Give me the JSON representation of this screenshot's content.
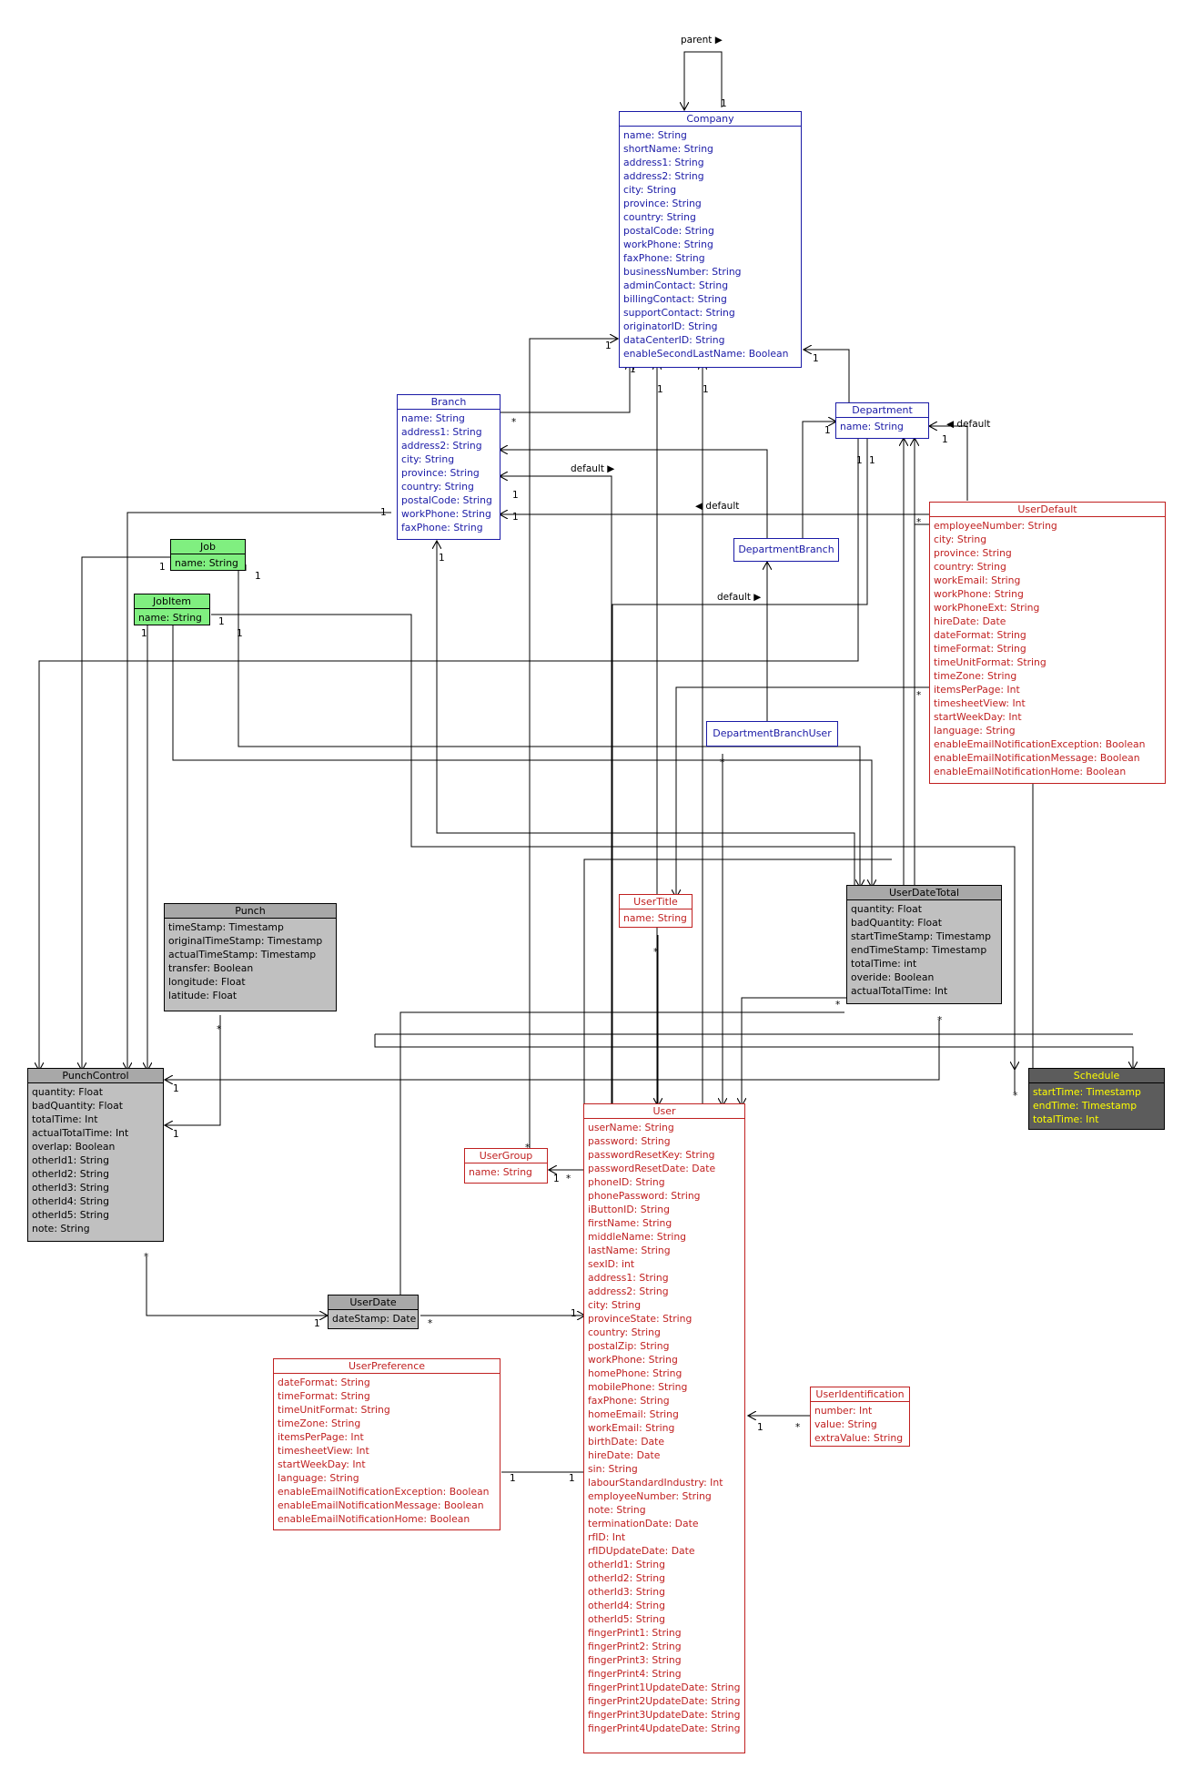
{
  "classes": {
    "company": {
      "title": "Company",
      "attrs": [
        "name: String",
        "shortName: String",
        "address1: String",
        "address2: String",
        "city: String",
        "province: String",
        "country: String",
        "postalCode: String",
        "workPhone: String",
        "faxPhone: String",
        "businessNumber: String",
        "adminContact: String",
        "billingContact: String",
        "supportContact: String",
        "originatorID: String",
        "dataCenterID: String",
        "enableSecondLastName: Boolean"
      ]
    },
    "branch": {
      "title": "Branch",
      "attrs": [
        "name: String",
        "address1: String",
        "address2: String",
        "city: String",
        "province: String",
        "country: String",
        "postalCode: String",
        "workPhone: String",
        "faxPhone: String"
      ]
    },
    "department": {
      "title": "Department",
      "attrs": [
        "name: String"
      ]
    },
    "department_branch": {
      "title": "DepartmentBranch",
      "attrs": []
    },
    "department_branch_user": {
      "title": "DepartmentBranchUser",
      "attrs": []
    },
    "user_default": {
      "title": "UserDefault",
      "attrs": [
        "employeeNumber: String",
        "city: String",
        "province: String",
        "country: String",
        "workEmail: String",
        "workPhone: String",
        "workPhoneExt: String",
        "hireDate: Date",
        "dateFormat: String",
        "timeFormat: String",
        "timeUnitFormat: String",
        "timeZone: String",
        "itemsPerPage: Int",
        "timesheetView: Int",
        "startWeekDay: Int",
        "language: String",
        "enableEmailNotificationException: Boolean",
        "enableEmailNotificationMessage: Boolean",
        "enableEmailNotificationHome: Boolean"
      ]
    },
    "job": {
      "title": "Job",
      "attrs": [
        "name: String"
      ]
    },
    "job_item": {
      "title": "JobItem",
      "attrs": [
        "name: String"
      ]
    },
    "punch": {
      "title": "Punch",
      "attrs": [
        "timeStamp: Timestamp",
        "originalTimeStamp: Timestamp",
        "actualTimeStamp: Timestamp",
        "transfer: Boolean",
        "longitude: Float",
        "latitude: Float"
      ]
    },
    "user_title": {
      "title": "UserTitle",
      "attrs": [
        "name: String"
      ]
    },
    "user_date_total": {
      "title": "UserDateTotal",
      "attrs": [
        "quantity: Float",
        "badQuantity: Float",
        "startTimeStamp: Timestamp",
        "endTimeStamp: Timestamp",
        "totalTime: int",
        "overide: Boolean",
        "actualTotalTime: Int"
      ]
    },
    "schedule": {
      "title": "Schedule",
      "attrs": [
        "startTime: Timestamp",
        "endTime: Timestamp",
        "totalTime: Int"
      ]
    },
    "punch_control": {
      "title": "PunchControl",
      "attrs": [
        "quantity: Float",
        "badQuantity: Float",
        "totalTime: Int",
        "actualTotalTime: Int",
        "overlap: Boolean",
        "otherId1: String",
        "otherId2: String",
        "otherId3: String",
        "otherId4: String",
        "otherId5: String",
        "note: String"
      ]
    },
    "user_group": {
      "title": "UserGroup",
      "attrs": [
        "name: String"
      ]
    },
    "user": {
      "title": "User",
      "attrs": [
        "userName: String",
        "password: String",
        "passwordResetKey: String",
        "passwordResetDate: Date",
        "phoneID: String",
        "phonePassword: String",
        "iButtonID: String",
        "firstName: String",
        "middleName: String",
        "lastName: String",
        "sexID: int",
        "address1: String",
        "address2: String",
        "city: String",
        "provinceState: String",
        "country: String",
        "postalZip: String",
        "workPhone: String",
        "homePhone: String",
        "mobilePhone: String",
        "faxPhone: String",
        "homeEmail: String",
        "workEmail: String",
        "birthDate: Date",
        "hireDate: Date",
        "sin: String",
        "labourStandardIndustry: Int",
        "employeeNumber: String",
        "note: String",
        "terminationDate: Date",
        "rfID: Int",
        "rfIDUpdateDate: Date",
        "otherId1: String",
        "otherId2: String",
        "otherId3: String",
        "otherId4: String",
        "otherId5: String",
        "fingerPrint1: String",
        "fingerPrint2: String",
        "fingerPrint3: String",
        "fingerPrint4: String",
        "fingerPrint1UpdateDate: String",
        "fingerPrint2UpdateDate: String",
        "fingerPrint3UpdateDate: String",
        "fingerPrint4UpdateDate: String"
      ]
    },
    "user_date": {
      "title": "UserDate",
      "attrs": [
        "dateStamp: Date"
      ]
    },
    "user_preference": {
      "title": "UserPreference",
      "attrs": [
        "dateFormat: String",
        "timeFormat: String",
        "timeUnitFormat: String",
        "timeZone: String",
        "itemsPerPage: Int",
        "timesheetView: Int",
        "startWeekDay: Int",
        "language: String",
        "enableEmailNotificationException: Boolean",
        "enableEmailNotificationMessage: Boolean",
        "enableEmailNotificationHome: Boolean"
      ]
    },
    "user_identification": {
      "title": "UserIdentification",
      "attrs": [
        "number: Int",
        "value: String",
        "extraValue: String"
      ]
    }
  },
  "labels": {
    "parent": "parent ▶",
    "default_department": "◀ default",
    "default_branch_right": "default ▶",
    "default_branch_left": "◀ default",
    "default_department_branch": "default ▶",
    "one": "1",
    "many": "*"
  },
  "colors": {
    "blue": "#1a1aa6",
    "red": "#c02020",
    "green": "#80ef80",
    "gray": "#c0c0c0",
    "schedule_bg": "#5c5c5c",
    "schedule_text": "#ffff00"
  }
}
